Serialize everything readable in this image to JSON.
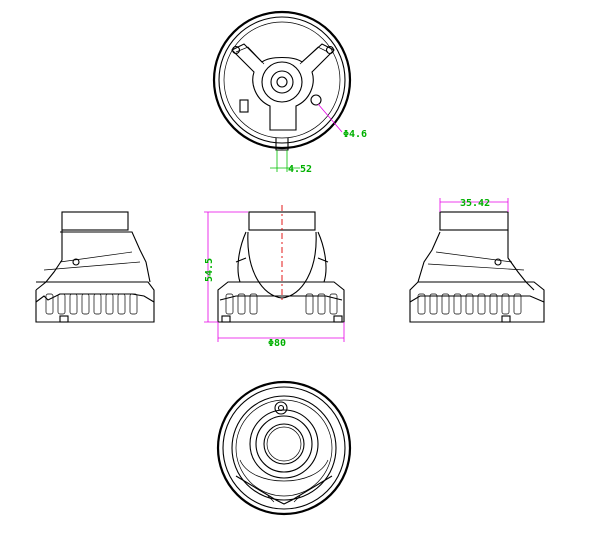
{
  "dimensions": {
    "hole_diameter": "Φ4.6",
    "slot_width": "4.52",
    "top_width": "35.42",
    "height": "54.5",
    "base_diameter": "Φ80"
  },
  "colors": {
    "outline": "#000000",
    "dimension_pink": "#e600e6",
    "dimension_green": "#00c000",
    "centerline_red": "#e00000"
  }
}
